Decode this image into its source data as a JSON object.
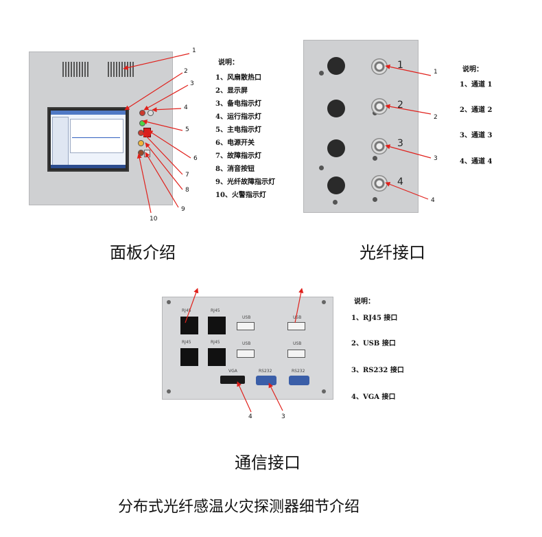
{
  "panel_section": {
    "caption": "面板介绍",
    "legend_title": "说明：",
    "legend_items": [
      "1、风扇散热口",
      "2、显示屏",
      "3、备电指示灯",
      "4、运行指示灯",
      "5、主电指示灯",
      "6、电源开关",
      "7、故障指示灯",
      "8、消音按钮",
      "9、光纤故障指示灯",
      "10、火警指示灯"
    ],
    "callouts": [
      "1",
      "2",
      "3",
      "4",
      "5",
      "6",
      "7",
      "8",
      "9",
      "10"
    ]
  },
  "fiber_section": {
    "caption": "光纤接口",
    "legend_title": "说明：",
    "legend_items": [
      "1、通道 1",
      "2、通道 2",
      "3、通道 3",
      "4、通道 4"
    ],
    "port_labels": [
      "1",
      "2",
      "3",
      "4"
    ],
    "callouts": [
      "1",
      "2",
      "3",
      "4"
    ]
  },
  "comm_section": {
    "caption": "通信接口",
    "legend_title": "说明：",
    "legend_items": [
      "1、RJ45 接口",
      "2、USB 接口",
      "3、RS232 接口",
      "4、VGA 接口"
    ],
    "port_labels": {
      "rj45_a": "RJ45",
      "rj45_b": "RJ45",
      "rj45_c": "RJ45",
      "rj45_d": "RJ45",
      "usb_a": "USB",
      "usb_b": "USB",
      "usb_c": "USB",
      "usb_d": "USB",
      "vga": "VGA",
      "rs232_a": "RS232",
      "rs232_b": "RS232"
    },
    "callouts": [
      "4",
      "3"
    ]
  },
  "footer_title": "分布式光纤感温火灾探测器细节介绍",
  "colors": {
    "arrow": "#e0201b",
    "panel": "#cfd0d2",
    "screen_border": "#3a3a3a"
  }
}
